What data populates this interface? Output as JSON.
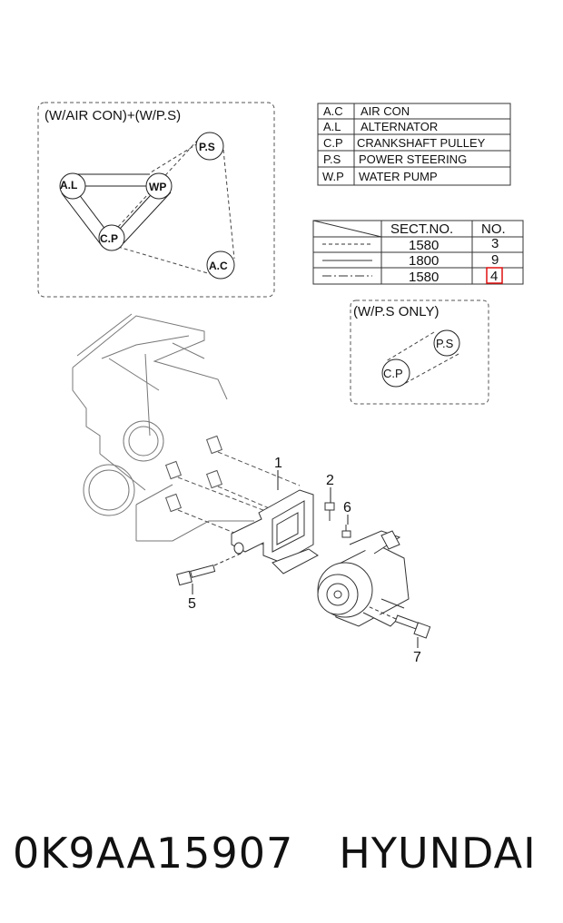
{
  "belt_routing_1": {
    "title": "(W/AIR CON)+(W/P.S)",
    "nodes": [
      "A.L",
      "WP",
      "P.S",
      "C.P",
      "A.C"
    ]
  },
  "abbreviations": [
    {
      "code": "A.C",
      "meaning": "AIR CON"
    },
    {
      "code": "A.L",
      "meaning": "ALTERNATOR"
    },
    {
      "code": "C.P",
      "meaning": "CRANKSHAFT PULLEY"
    },
    {
      "code": "P.S",
      "meaning": "POWER STEERING"
    },
    {
      "code": "W.P",
      "meaning": "WATER PUMP"
    }
  ],
  "section_table": {
    "headers": [
      "SECT.NO.",
      "NO."
    ],
    "rows": [
      {
        "sect": "1580",
        "no": "3"
      },
      {
        "sect": "1800",
        "no": "9"
      },
      {
        "sect": "1580",
        "no": "4"
      }
    ],
    "highlight_color": "#e01010"
  },
  "belt_routing_2": {
    "title": "(W/P.S ONLY)",
    "nodes": [
      "P.S",
      "C.P"
    ]
  },
  "callouts": [
    "1",
    "2",
    "6",
    "5",
    "7"
  ],
  "caption": {
    "part_number": "0K9AA15907",
    "brand": "HYUNDAI"
  }
}
